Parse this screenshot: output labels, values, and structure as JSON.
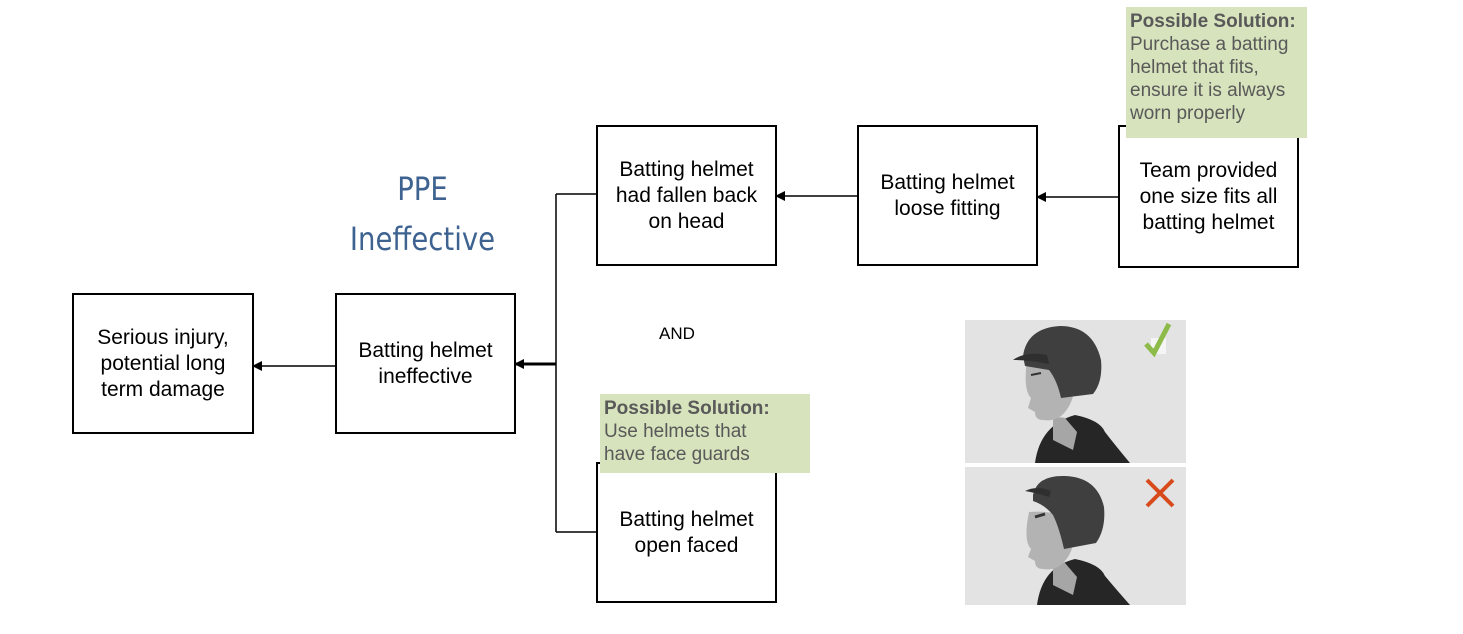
{
  "title": "PPE\nIneffective",
  "and_label": "AND",
  "boxes": {
    "serious": "Serious injury,\npotential long\nterm damage",
    "ineffective": "Batting helmet\nineffective",
    "fallen_back": "Batting helmet\nhad fallen back\non head",
    "loose": "Batting helmet\nloose fitting",
    "team_provided": "Team provided\none size fits all\nbatting helmet",
    "open_faced": "Batting helmet\nopen faced"
  },
  "notes": {
    "fit": {
      "title": "Possible Solution:",
      "body": "Purchase a batting\nhelmet that fits,\nensure it is always\nworn properly"
    },
    "face": {
      "title": "Possible Solution:",
      "body": "Use helmets that\nhave face guards"
    }
  },
  "images": {
    "correct": {
      "mark": "checkmark-icon",
      "color": "#8dbb4a"
    },
    "incorrect": {
      "mark": "x-icon",
      "color": "#d84a1b"
    }
  },
  "colors": {
    "title": "#3e6391",
    "note_bg": "#d6e3bc",
    "note_text": "#595959"
  }
}
